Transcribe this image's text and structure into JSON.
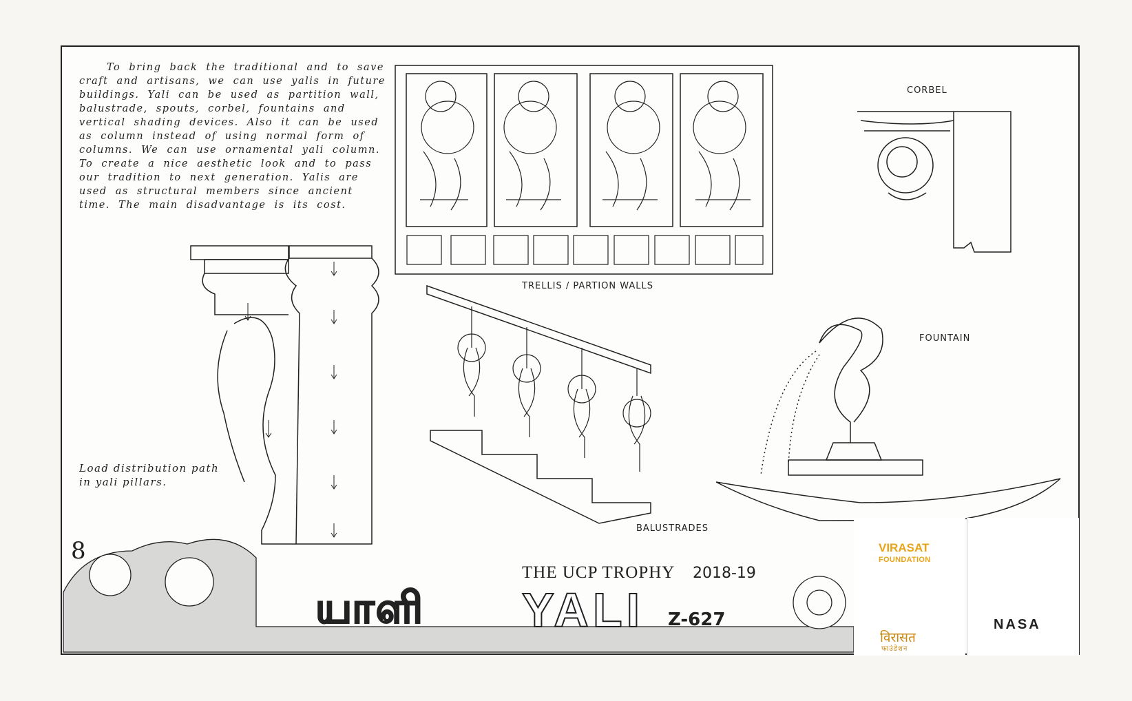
{
  "description_text": "To bring back the traditional and to save craft and artisans, we can use yalis in future buildings. Yali can be used as partition wall, balustrade, spouts, corbel, fountains and vertical shading devices. Also it can be used as column instead of using normal form of columns. We can use ornamental yali column. To create a nice aesthetic look and to pass our tradition to next generation. Yalis are used as structural members since ancient time. The main disadvantage is its cost.",
  "labels": {
    "trellis": "TRELLIS / PARTION WALLS",
    "corbel": "CORBEL",
    "fountain": "FOUNTAIN",
    "balustrades": "BALUSTRADES",
    "load_path": "Load distribution path\nin yali pillars."
  },
  "footer": {
    "page_number": "8",
    "trophy": "THE UCP TROPHY",
    "year": "2018-19",
    "title_tamil": "யாளி",
    "title": "YALI",
    "code": "Z-627"
  },
  "logos": {
    "virasat_line1": "VIRASAT",
    "virasat_line2": "FOUNDATION",
    "virasat_hindi": "विरासत",
    "virasat_hindi_sub": "फाउंडेशन",
    "nasa": "NASA",
    "virasat_color": "#e8a317"
  }
}
